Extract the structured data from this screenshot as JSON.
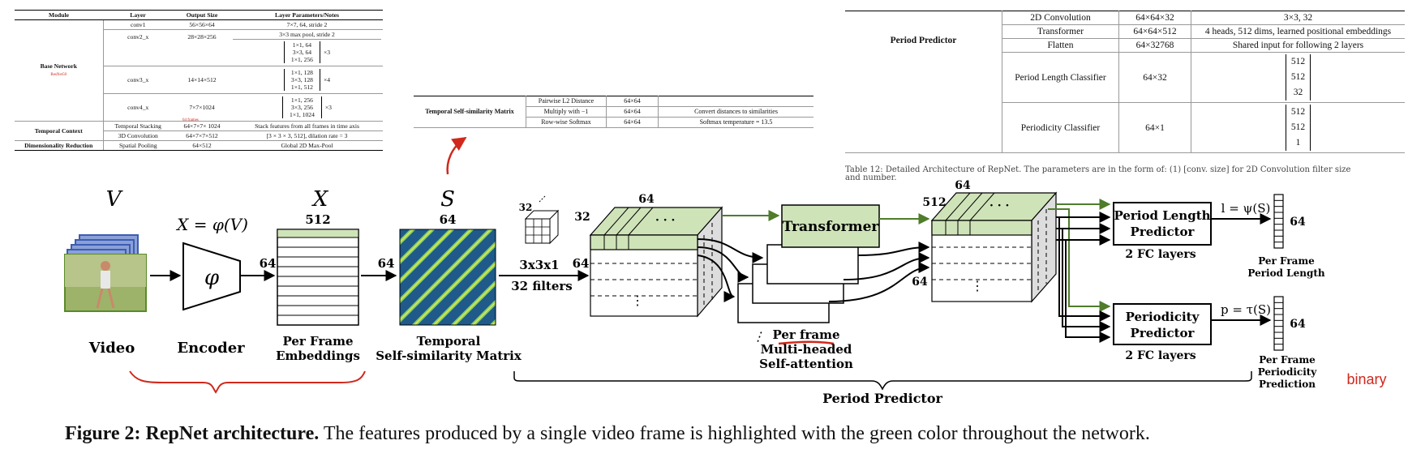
{
  "table_a": {
    "headers": [
      "Module",
      "Layer",
      "Output Size",
      "Layer Parameters/Notes"
    ],
    "base_network": {
      "label": "Base Network",
      "sublabel": "ResNet50",
      "conv1": [
        "conv1",
        "56×56×64",
        "7×7, 64, stride 2"
      ],
      "conv2": {
        "layer": "conv2_x",
        "size": "28×28×256",
        "pool": "3×3 max pool, stride 2",
        "b1": "1×1, 64",
        "b2": "3×3, 64",
        "b3": "1×1, 256",
        "rep": "×3"
      },
      "conv3": {
        "layer": "conv3_x",
        "size": "14×14×512",
        "b1": "1×1, 128",
        "b2": "3×3, 128",
        "b3": "1×1, 512",
        "rep": "×4"
      },
      "conv4": {
        "layer": "conv4_x",
        "size": "7×7×1024",
        "b1": "1×1, 256",
        "b2": "3×3, 256",
        "b3": "1×1, 1024",
        "rep": "×3"
      }
    },
    "temporal_context": {
      "label": "Temporal Context",
      "note": "64 frames",
      "row1": [
        "Temporal Stacking",
        "64×7×7× 1024",
        "Stack features from all frames in time axis"
      ],
      "row2": [
        "3D Convolution",
        "64×7×7×512",
        "[3 × 3 × 3, 512], dilation rate = 3"
      ]
    },
    "dim_reduction": {
      "label": "Dimensionality Reduction",
      "row": [
        "Spatial Pooling",
        "64×512",
        "Global 2D Max-Pool"
      ]
    }
  },
  "table_b": {
    "module": "Temporal Self-similarity Matrix",
    "rows": [
      [
        "Pairwise L2 Distance",
        "64×64",
        ""
      ],
      [
        "Multiply with −1",
        "64×64",
        "Convert distances to similarities"
      ],
      [
        "Row-wise Softmax",
        "64×64",
        "Softmax temperature = 13.5"
      ]
    ]
  },
  "table_c": {
    "module": "Period Predictor",
    "rows": [
      [
        "2D Convolution",
        "64×64×32",
        "3×3, 32"
      ],
      [
        "Transformer",
        "64×64×512",
        "4 heads, 512 dims, learned positional embeddings"
      ],
      [
        "Flatten",
        "64×32768",
        "Shared input for following 2 layers"
      ]
    ],
    "period_length": {
      "layer": "Period Length Classifier",
      "size": "64×32",
      "m1": "512",
      "m2": "512",
      "m3": "32"
    },
    "periodicity": {
      "layer": "Periodicity Classifier",
      "size": "64×1",
      "m1": "512",
      "m2": "512",
      "m3": "1"
    },
    "cut_caption": "Table 12: Detailed Architecture of RepNet. The parameters are in the form of: (1) [conv. size] for 2D Convolution filter size and number."
  },
  "diagram": {
    "sym_v": "V",
    "sym_x": "X",
    "sym_s": "S",
    "encoder_eq": "X = φ(V)",
    "phi": "φ",
    "dim_512_top": "512",
    "dim_64": "64",
    "dim_32": "32",
    "dim_512": "512",
    "conv_kernel": "3x3x1",
    "conv_filters": "32 filters",
    "kernel_32": "32",
    "dots": "· · ·",
    "vdots": "⋮",
    "transformer": "Transformer",
    "video_label": "Video",
    "encoder_label": "Encoder",
    "per_frame_1": "Per Frame",
    "embeddings": "Embeddings",
    "tsm_1": "Temporal",
    "tsm_2": "Self-similarity Matrix",
    "pf_1": "Per frame",
    "pf_2": "Multi-headed",
    "pf_3": "Self-attention",
    "plp_1": "Period Length",
    "plp_2": "Predictor",
    "pp_1": "Periodicity",
    "pp_2": "Predictor",
    "fc_layers": "2 FC layers",
    "eq_l": "l = ψ(S)",
    "eq_p": "p = τ(S)",
    "out_pl_1": "Per Frame",
    "out_pl_2": "Period Length",
    "out_p_1": "Per Frame",
    "out_p_2": "Periodicity",
    "out_p_3": "Prediction",
    "period_predictor": "Period Predictor",
    "binary_note": "binary",
    "colors": {
      "green": "#cfe3b8",
      "green_arrow": "#4f7d2b",
      "annotation": "#d0281c"
    }
  },
  "caption": {
    "label": "Figure 2:",
    "title": "RepNet architecture.",
    "text": " The features produced by a single video frame is highlighted with the green color throughout the network."
  }
}
